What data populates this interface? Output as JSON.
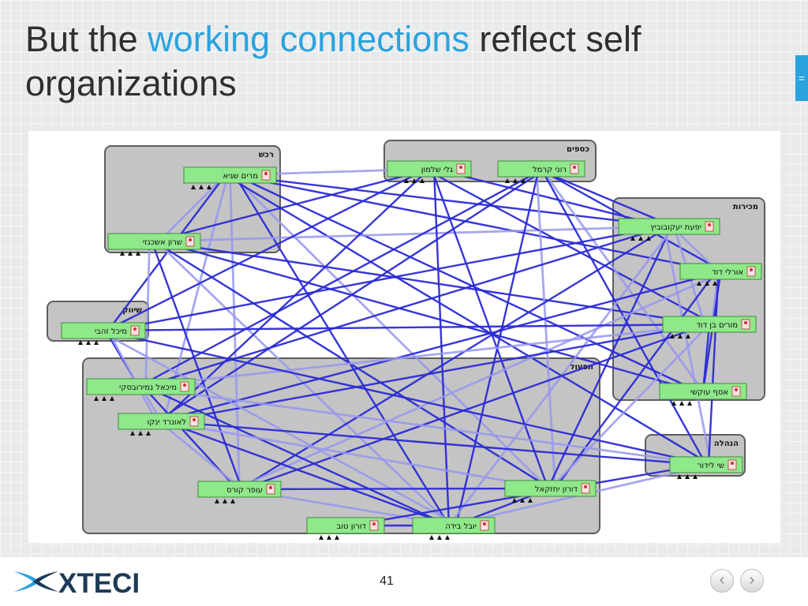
{
  "slide": {
    "title_pre": "But the",
    "title_highlight": "working connections",
    "title_post": "reflect self organizations",
    "page_number": "41",
    "side_tab_symbol": "=",
    "logo_text": "XTECI",
    "accent_color": "#2aa3dd"
  },
  "navigation": {
    "prev_symbol": "‹",
    "next_symbol": "›"
  },
  "network": {
    "groups": [
      {
        "id": "g_rechesh",
        "label": "רכש"
      },
      {
        "id": "g_ksafim",
        "label": "כספים"
      },
      {
        "id": "g_mechirot",
        "label": "מכירות"
      },
      {
        "id": "g_shivuk",
        "label": "שיווק"
      },
      {
        "id": "g_tiful",
        "label": "תפעול"
      },
      {
        "id": "g_hanhala",
        "label": "הנהלה"
      }
    ],
    "nodes": [
      {
        "id": "n1",
        "label": "מרים שגיא"
      },
      {
        "id": "n2",
        "label": "שרון אשכנזי"
      },
      {
        "id": "n3",
        "label": "גלי שלמון"
      },
      {
        "id": "n4",
        "label": "רוני קרמל"
      },
      {
        "id": "n5",
        "label": "יפעת יעקובוביץ"
      },
      {
        "id": "n6",
        "label": "אורלי דוד"
      },
      {
        "id": "n7",
        "label": "מורים בן דוד"
      },
      {
        "id": "n8",
        "label": "אסף עוקשי"
      },
      {
        "id": "n9",
        "label": "מיכל זהבי"
      },
      {
        "id": "n10",
        "label": "מיכאל נמירובסקי"
      },
      {
        "id": "n11",
        "label": "לאונרד ינקו"
      },
      {
        "id": "n12",
        "label": "עופר קורס"
      },
      {
        "id": "n13",
        "label": "דורון יחזקאל"
      },
      {
        "id": "n14",
        "label": "דורון טוב"
      },
      {
        "id": "n15",
        "label": "יובל בידה"
      },
      {
        "id": "n16",
        "label": "שי לידור"
      }
    ]
  }
}
